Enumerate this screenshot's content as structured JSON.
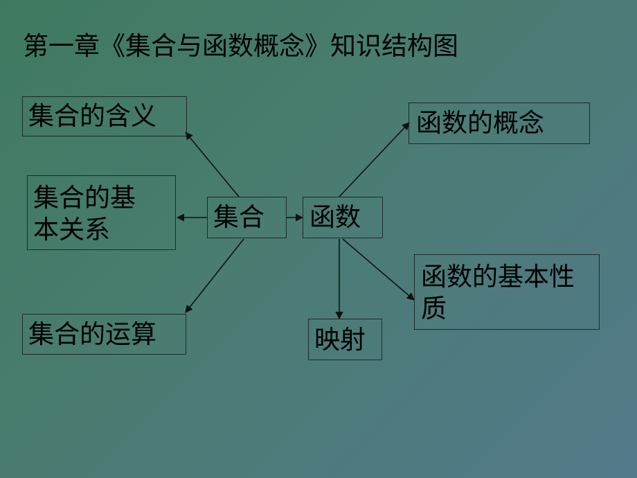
{
  "title": "第一章《集合与函数概念》知识结构图",
  "nodes": {
    "set_meaning": "集合的含义",
    "set_relations_line1": "集合的基",
    "set_relations_line2": "本关系",
    "set_operations": "集合的运算",
    "set": "集合",
    "function": "函数",
    "function_concept": "函数的概念",
    "function_properties_line1": "函数的基本性",
    "function_properties_line2": "质",
    "mapping": "映射"
  },
  "edges": [
    {
      "from": "集合",
      "to": "集合的含义"
    },
    {
      "from": "集合",
      "to": "集合的基本关系"
    },
    {
      "from": "集合",
      "to": "集合的运算"
    },
    {
      "from": "集合",
      "to": "函数"
    },
    {
      "from": "函数",
      "to": "函数的概念"
    },
    {
      "from": "函数",
      "to": "函数的基本性质"
    },
    {
      "from": "函数",
      "to": "映射"
    }
  ]
}
